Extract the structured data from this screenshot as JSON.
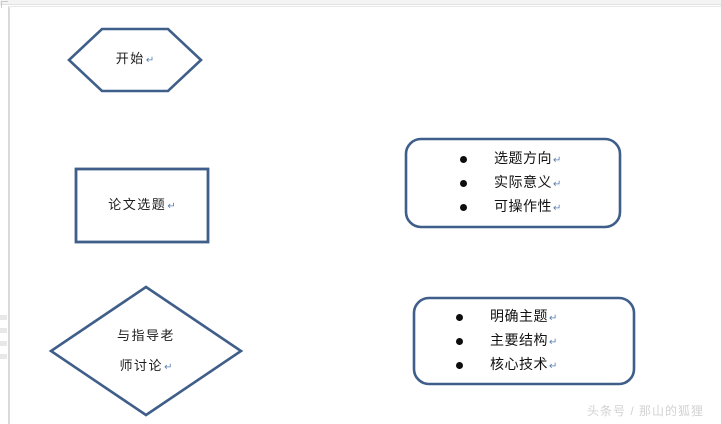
{
  "document": {
    "background_color": "#ffffff",
    "page_border_color": "#dcdcdc",
    "shape_outline_color": "#3f5f8a",
    "shape_fill_color": "#ffffff",
    "text_color": "#1c1c1c",
    "pilcrow_color": "#5a7fb0",
    "pilcrow_glyph": "↵"
  },
  "flowchart": {
    "shapes": [
      {
        "id": "start",
        "type": "hexagon",
        "name": "start-hexagon",
        "lines": [
          "开始"
        ],
        "has_pilcrow": true
      },
      {
        "id": "topic",
        "type": "rectangle",
        "name": "thesis-topic-rectangle",
        "lines": [
          "论文选题"
        ],
        "has_pilcrow": true
      },
      {
        "id": "discuss",
        "type": "diamond",
        "name": "advisor-discussion-diamond",
        "lines": [
          "与指导老",
          "师讨论"
        ],
        "has_pilcrow": true
      }
    ],
    "note_boxes": [
      {
        "id": "topic-criteria",
        "name": "topic-criteria-box",
        "items": [
          "选题方向",
          "实际意义",
          "可操作性"
        ]
      },
      {
        "id": "outline-points",
        "name": "outline-points-box",
        "items": [
          "明确主题",
          "主要结构",
          "核心技术"
        ]
      }
    ]
  },
  "watermark": {
    "text": "头条号 / 那山的狐狸"
  }
}
